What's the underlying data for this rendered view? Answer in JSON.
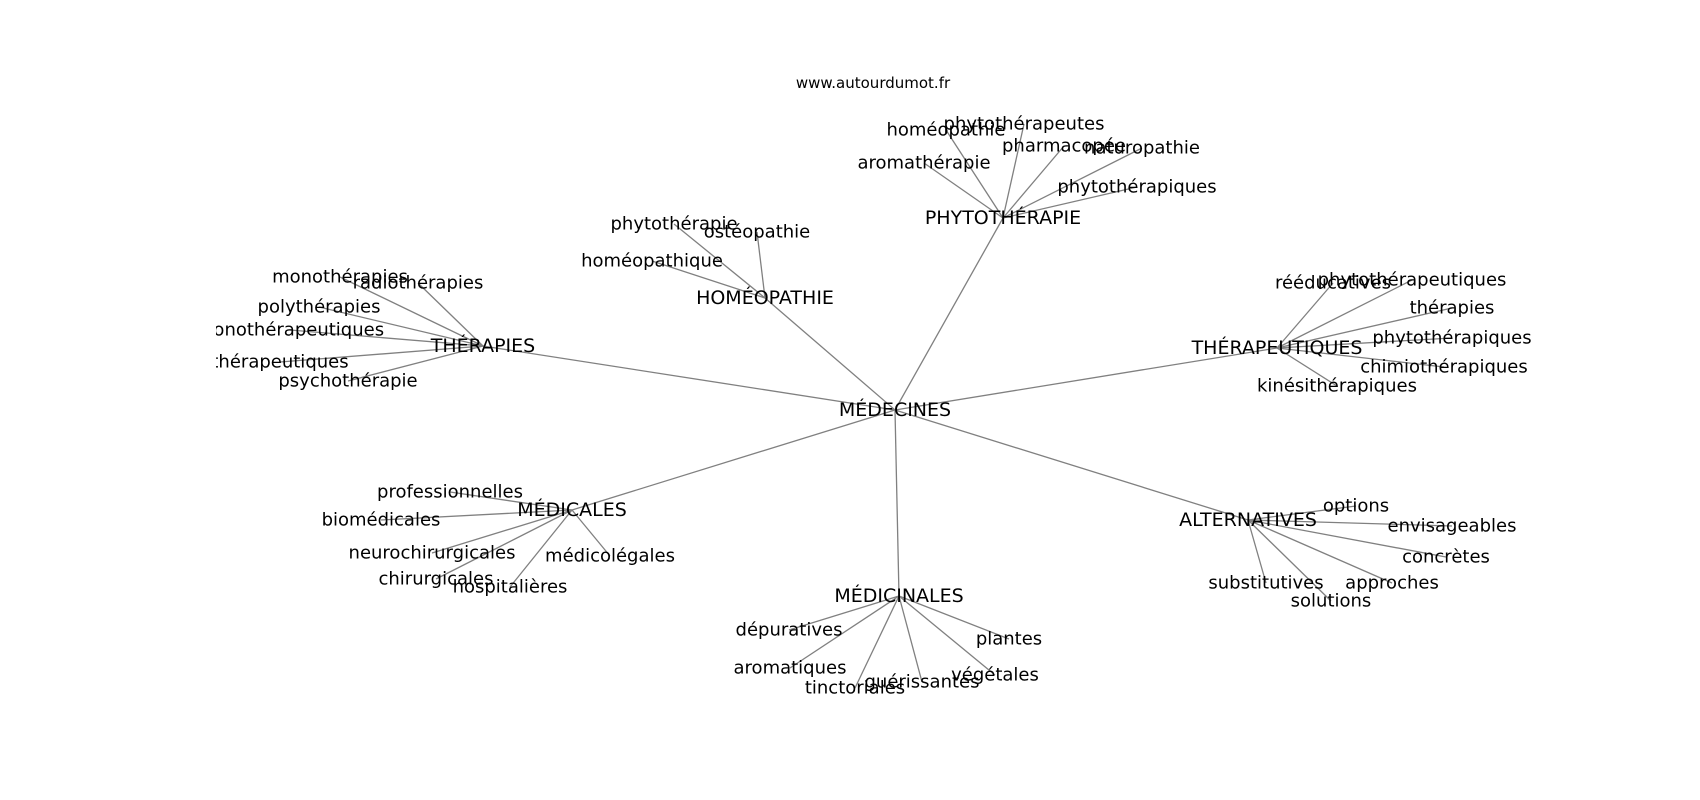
{
  "watermark": "www.autourdumot.fr",
  "center": "MÉDECINES",
  "groups": [
    {
      "label": "PHYTOTHÉRAPIE",
      "children": [
        "homéopathie",
        "phytothérapeutes",
        "pharmacopée",
        "naturopathie",
        "aromathérapie",
        "phytothérapiques"
      ]
    },
    {
      "label": "HOMÉOPATHIE",
      "children": [
        "phytothérapie",
        "ostéopathie",
        "homéopathique"
      ]
    },
    {
      "label": "THÉRAPIES",
      "children": [
        "monothérapies",
        "radiothérapies",
        "polythérapies",
        "monothérapeutiques",
        "thérapeutiques",
        "psychothérapie"
      ]
    },
    {
      "label": "THÉRAPEUTIQUES",
      "children": [
        "rééducatives",
        "phytothérapeutiques",
        "thérapies",
        "phytothérapiques",
        "chimiothérapiques",
        "kinésithérapiques"
      ]
    },
    {
      "label": "MÉDICALES",
      "children": [
        "professionnelles",
        "biomédicales",
        "neurochirurgicales",
        "chirurgicales",
        "hospitalières",
        "médicolégales"
      ]
    },
    {
      "label": "ALTERNATIVES",
      "children": [
        "options",
        "envisageables",
        "concrètes",
        "approches",
        "substitutives",
        "solutions"
      ]
    },
    {
      "label": "MÉDICINALES",
      "children": [
        "dépuratives",
        "plantes",
        "aromatiques",
        "végétales",
        "guérissantes",
        "tinctoriales"
      ]
    }
  ]
}
